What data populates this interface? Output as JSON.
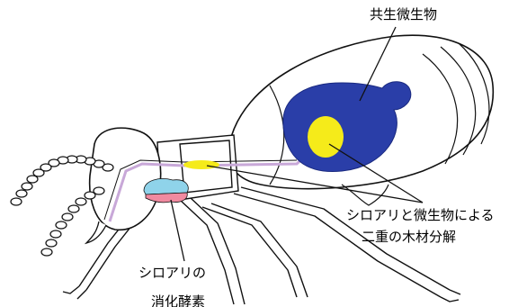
{
  "labels": {
    "symbiont": "共生微生物",
    "dual_line1": "シロアリと微生物による",
    "dual_line2": "二重の木材分解",
    "enzyme_line1": "シロアリの",
    "enzyme_line2": "消化酵素"
  },
  "colors": {
    "hindgut": "#2a3ea8",
    "yellow_highlight": "#f5eb1a",
    "salivary_blue": "#8fd3ea",
    "salivary_pink": "#f08aa0",
    "gut_tube": "#c8a8d8",
    "outline": "#111111"
  }
}
